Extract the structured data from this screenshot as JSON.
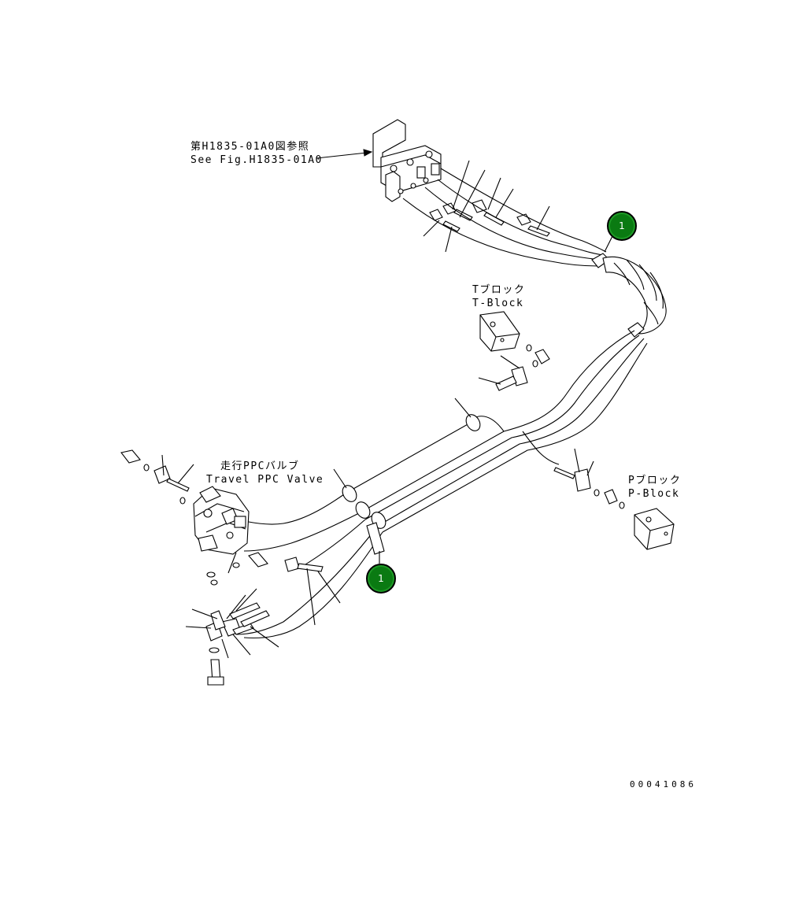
{
  "labels": {
    "reference_jp": "第H1835-01A0図参照",
    "reference_en": "See Fig.H1835-01A0",
    "t_block_jp": "Tブロック",
    "t_block_en": "T-Block",
    "travel_ppc_jp": "走行PPCバルブ",
    "travel_ppc_en": "Travel PPC Valve",
    "p_block_jp": "Pブロック",
    "p_block_en": "P-Block"
  },
  "callouts": [
    {
      "number": "1"
    },
    {
      "number": "1"
    }
  ],
  "drawing_number": "00041086",
  "colors": {
    "line": "#000000",
    "callout_fill": "#0a7a12",
    "callout_text": "#ffffff",
    "background": "#ffffff"
  }
}
